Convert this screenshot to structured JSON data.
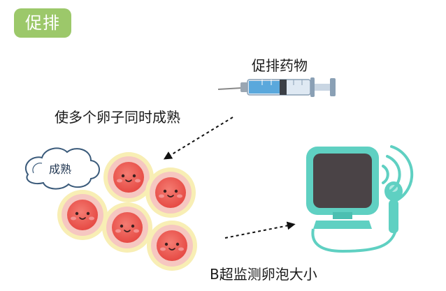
{
  "badge": {
    "text": "促排"
  },
  "labels": {
    "drug": "促排药物",
    "mature_multi": "使多个卵子同时成熟",
    "bscan": "B超监测卵泡大小",
    "cloud": "成熟"
  },
  "colors": {
    "badge": "#9cc86a",
    "follicle_outer": "#f7eaa8",
    "follicle_ring": "#f4b7b2",
    "egg": "#ee5a52",
    "monitor_frame": "#5fd0c2",
    "monitor_screen": "#4a4346",
    "syringe_liquid": "#5aa8dc"
  },
  "icons": [
    "syringe-icon",
    "cloud-icon",
    "follicle-icon",
    "ultrasound-machine-icon",
    "wave-signal-icon"
  ]
}
